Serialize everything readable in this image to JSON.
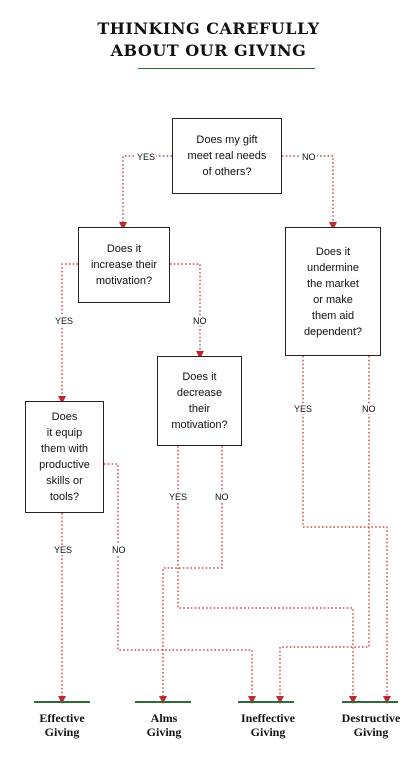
{
  "title": {
    "line1": "THINKING CAREFULLY",
    "line2": "ABOUT OUR GIVING"
  },
  "questions": {
    "q1": "Does my gift\nmeet real needs\nof others?",
    "q2": "Does it\nincrease their\nmotivation?",
    "q3": "Does it\nundermine\nthe market\nor make\nthem aid\ndependent?",
    "q4": "Does it\ndecrease\ntheir\nmotivation?",
    "q5": "Does\nit equip\nthem with\nproductive\nskills or\ntools?"
  },
  "labels": {
    "yes": "YES",
    "no": "NO"
  },
  "outcomes": {
    "effective": "Effective\nGiving",
    "alms": "Alms\nGiving",
    "ineffective": "Ineffective\nGiving",
    "destructive": "Destructive\nGiving"
  },
  "colors": {
    "arrow": "#c0282d",
    "accent": "#2f6b3a"
  }
}
